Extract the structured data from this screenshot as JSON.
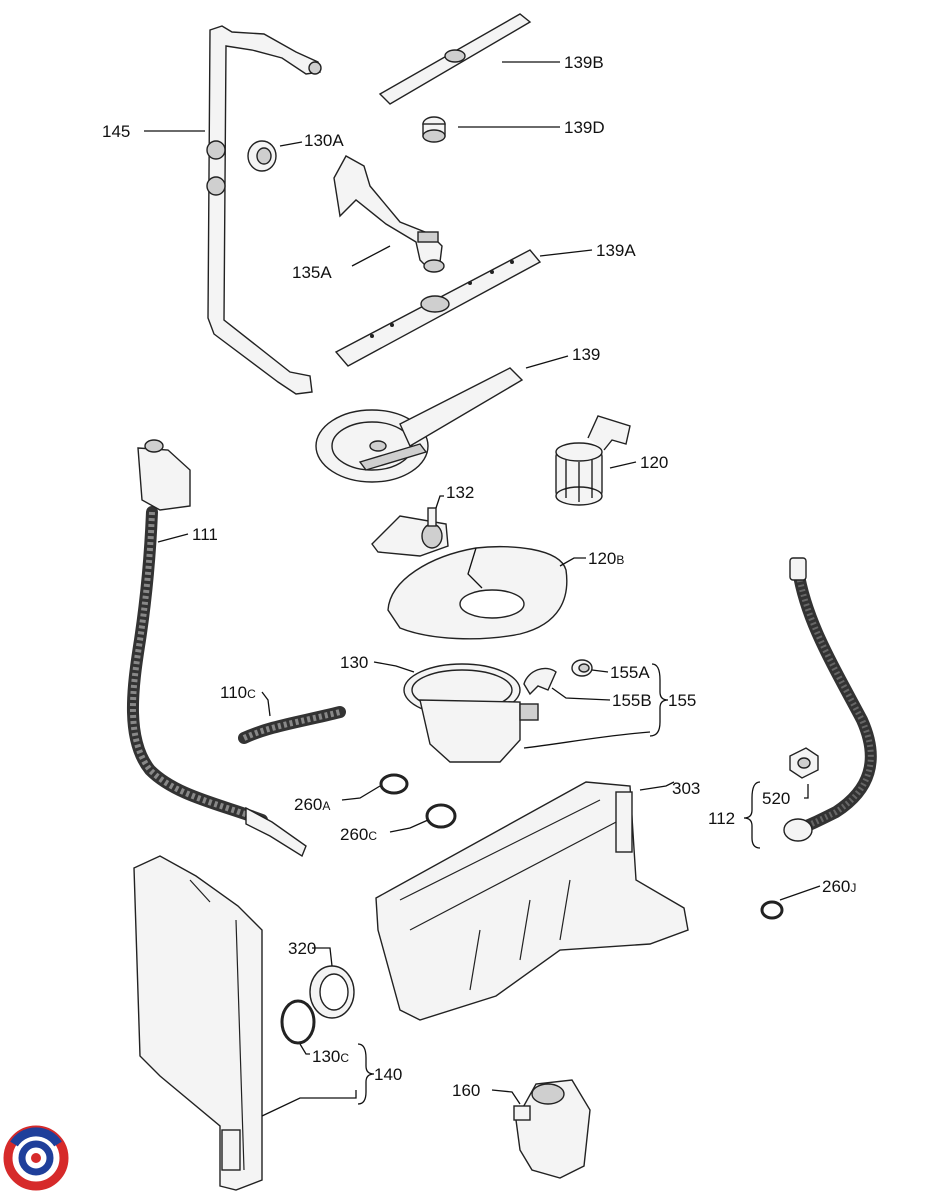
{
  "parts": [
    {
      "id": "145",
      "label": "145"
    },
    {
      "id": "130A",
      "label": "130A"
    },
    {
      "id": "135A",
      "label": "135A"
    },
    {
      "id": "139B",
      "label": "139B"
    },
    {
      "id": "139D",
      "label": "139D"
    },
    {
      "id": "139A",
      "label": "139A"
    },
    {
      "id": "139",
      "label": "139"
    },
    {
      "id": "120",
      "label": "120"
    },
    {
      "id": "132",
      "label": "132"
    },
    {
      "id": "120B",
      "label": "120",
      "suffix": "B"
    },
    {
      "id": "111",
      "label": "111"
    },
    {
      "id": "130",
      "label": "130"
    },
    {
      "id": "155A",
      "label": "155A"
    },
    {
      "id": "155B",
      "label": "155B"
    },
    {
      "id": "155",
      "label": "155"
    },
    {
      "id": "110C",
      "label": "110",
      "suffix": "C"
    },
    {
      "id": "260A",
      "label": "260",
      "suffix": "A"
    },
    {
      "id": "260C",
      "label": "260",
      "suffix": "C"
    },
    {
      "id": "303",
      "label": "303"
    },
    {
      "id": "520",
      "label": "520"
    },
    {
      "id": "112",
      "label": "112"
    },
    {
      "id": "260J",
      "label": "260",
      "suffix": "J"
    },
    {
      "id": "320",
      "label": "320"
    },
    {
      "id": "130C",
      "label": "130",
      "suffix": "C"
    },
    {
      "id": "140",
      "label": "140"
    },
    {
      "id": "160",
      "label": "160"
    }
  ],
  "logo": {
    "name": "brand-logo",
    "colors": [
      "#d62a2a",
      "#1f3f9a"
    ]
  }
}
